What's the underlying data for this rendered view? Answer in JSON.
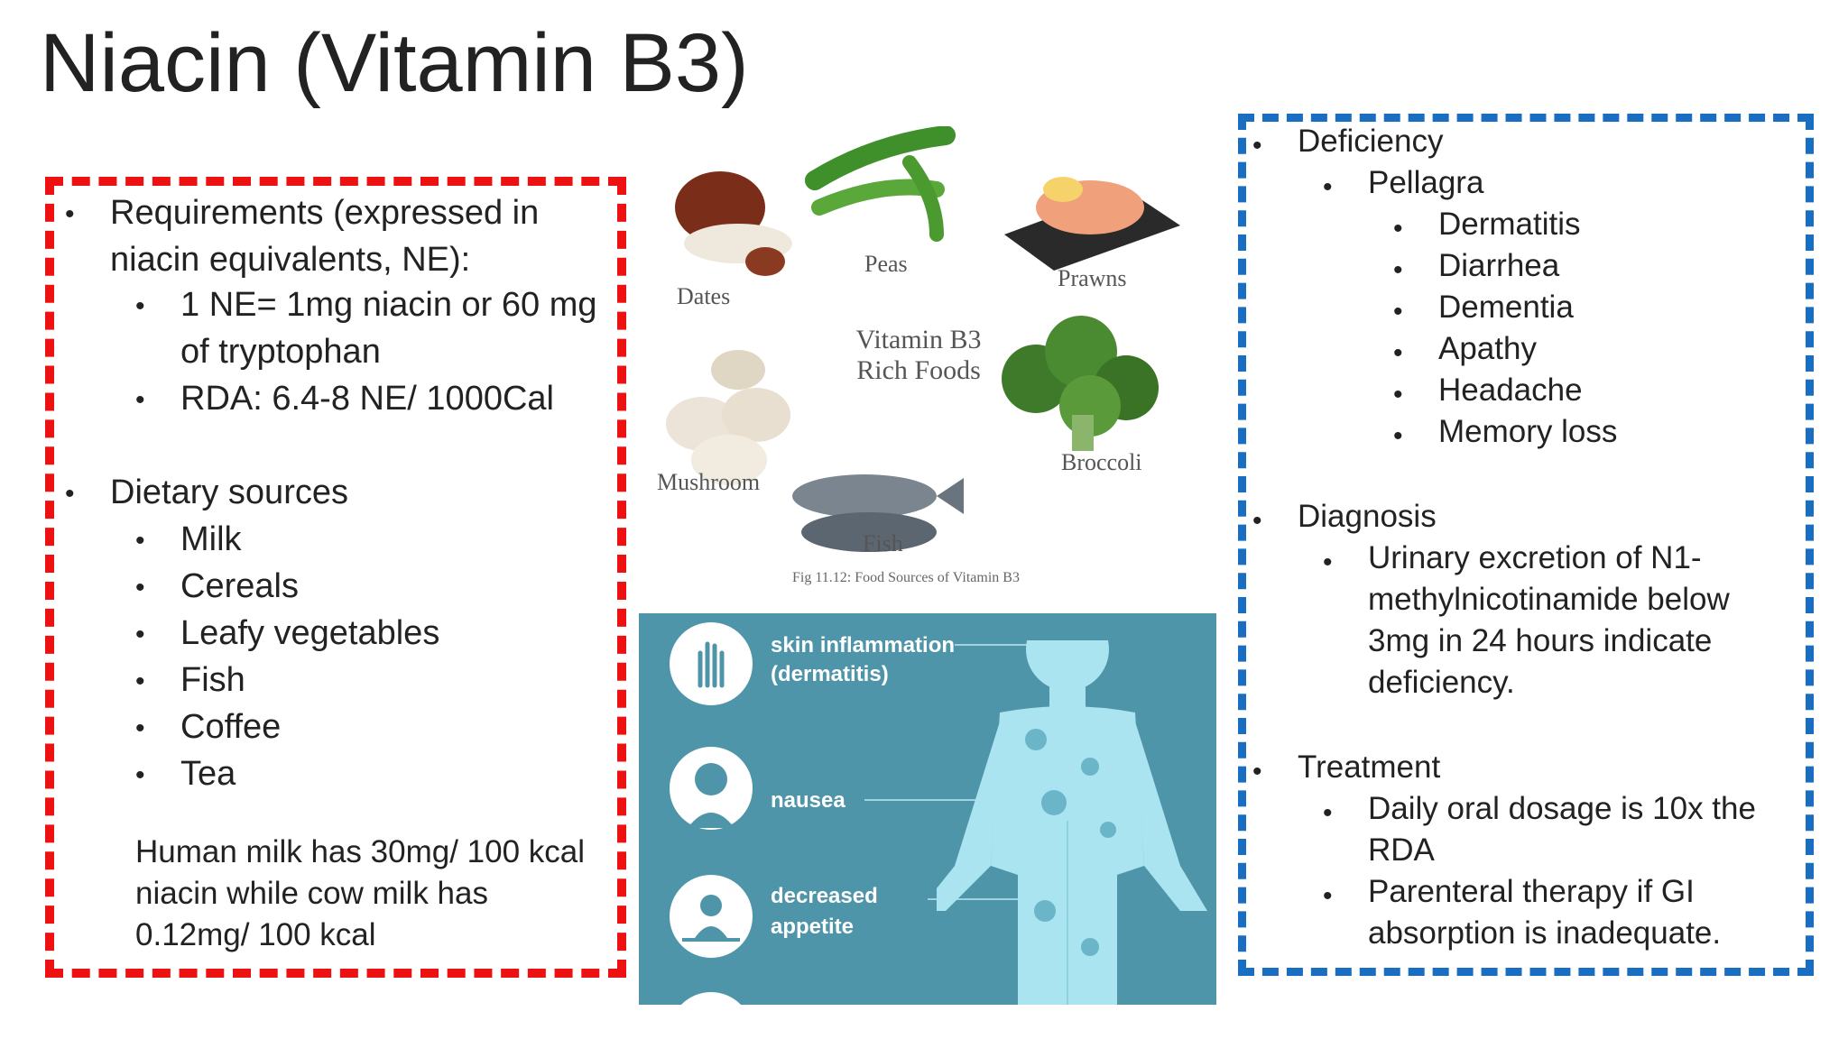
{
  "title": "Niacin (Vitamin B3)",
  "left": {
    "requirements_line1": "Requirements (expressed in",
    "requirements_line2": "niacin equivalents, NE):",
    "ne_line1": "1 NE= 1mg niacin or 60 mg",
    "ne_line2": "of tryptophan",
    "rda": "RDA: 6.4-8 NE/ 1000Cal",
    "sources_heading": "Dietary sources",
    "sources": [
      "Milk",
      "Cereals",
      "Leafy vegetables",
      "Fish",
      "Coffee",
      "Tea"
    ],
    "note_line1": "Human milk has 30mg/ 100 kcal",
    "note_line2": "niacin while cow milk has",
    "note_line3": "0.12mg/ 100 kcal"
  },
  "foods_image": {
    "labels": [
      "Dates",
      "Peas",
      "Prawns",
      "Mushroom",
      "Broccoli",
      "Fish"
    ],
    "center_line1": "Vitamin B3",
    "center_line2": "Rich Foods",
    "caption": "Fig 11.12: Food Sources of Vitamin B3"
  },
  "symptoms_image": {
    "labels": [
      "skin inflammation",
      "(dermatitis)",
      "nausea",
      "decreased",
      "appetite"
    ]
  },
  "right": {
    "deficiency": "Deficiency",
    "pellagra": "Pellagra",
    "pellagra_items": [
      "Dermatitis",
      "Diarrhea",
      "Dementia",
      "Apathy",
      "Headache",
      "Memory loss"
    ],
    "diagnosis": "Diagnosis",
    "diagnosis_lines": [
      "Urinary excretion of N1-",
      "methylnicotinamide below",
      "3mg in 24 hours indicate",
      "deficiency."
    ],
    "treatment": "Treatment",
    "treatment_a_lines": [
      "Daily oral dosage is 10x the",
      "RDA"
    ],
    "treatment_b_lines": [
      "Parenteral therapy if GI",
      "absorption is inadequate."
    ]
  },
  "colors": {
    "left_border": "#ee1111",
    "right_border": "#1a6ec2",
    "symptom_bg": "#4f95a9"
  }
}
